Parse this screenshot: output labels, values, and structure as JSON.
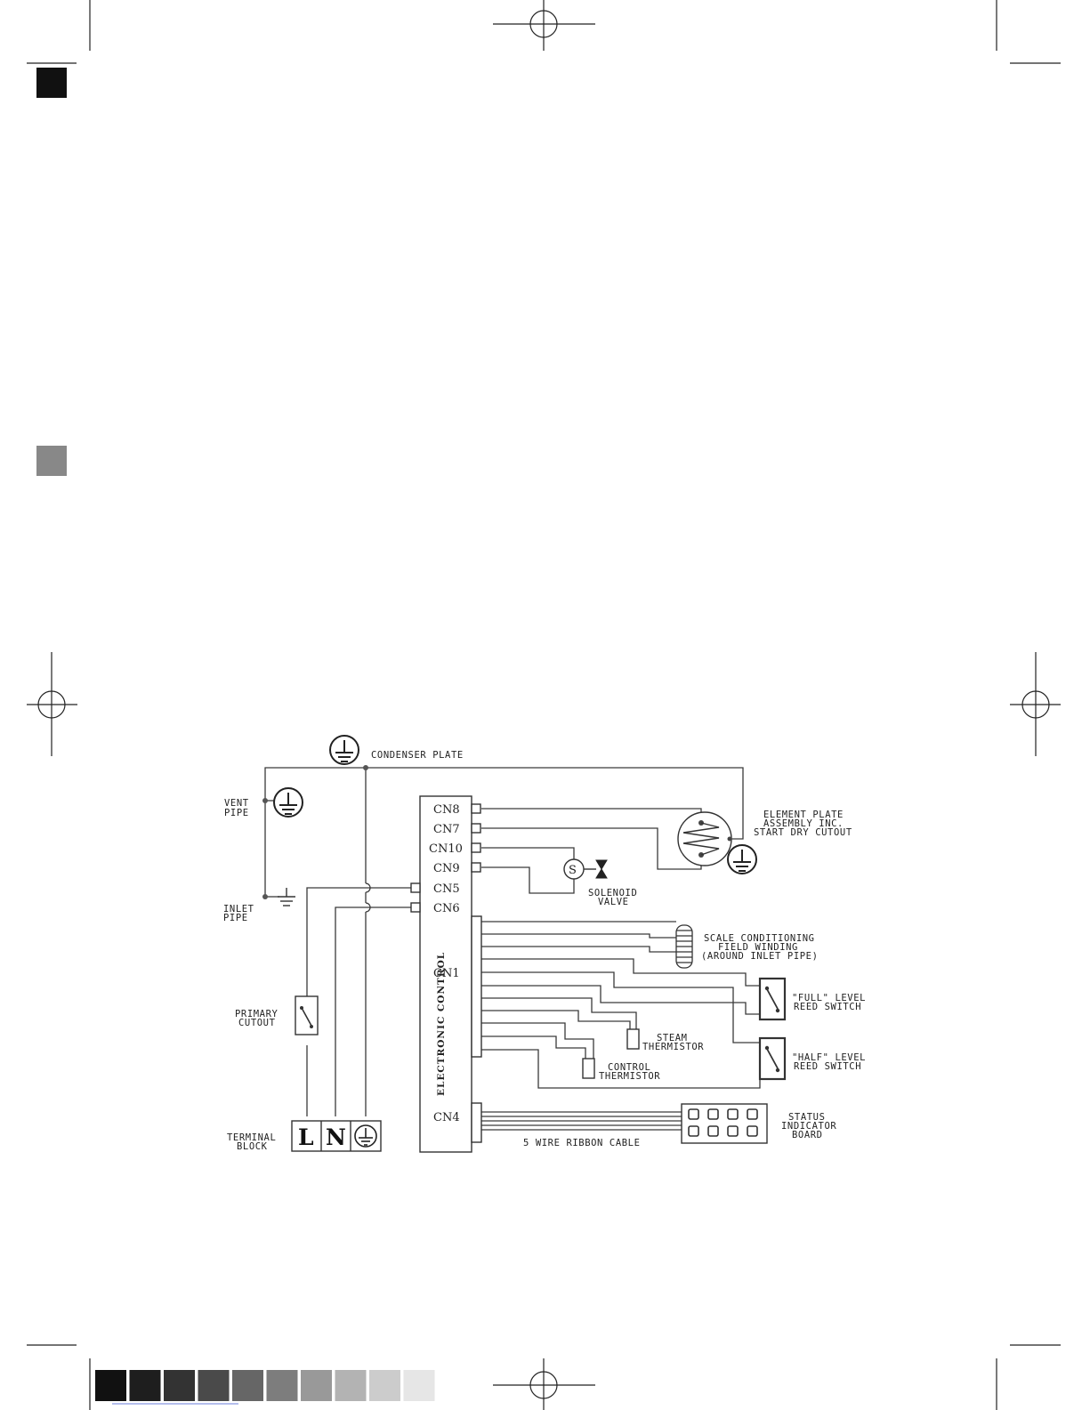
{
  "labels": {
    "condenser_plate": "CONDENSER PLATE",
    "vent_pipe_1": "VENT",
    "vent_pipe_2": "PIPE",
    "inlet_pipe_1": "INLET",
    "inlet_pipe_2": "PIPE",
    "primary_cutout_1": "PRIMARY",
    "primary_cutout_2": "CUTOUT",
    "terminal_block_1": "TERMINAL",
    "terminal_block_2": "BLOCK",
    "element_plate_1": "ELEMENT PLATE",
    "element_plate_2": "ASSEMBLY INC.",
    "element_plate_3": "START DRY CUTOUT",
    "solenoid_1": "SOLENOID",
    "solenoid_2": "VALVE",
    "scale_1": "SCALE CONDITIONING",
    "scale_2": "FIELD WINDING",
    "scale_3": "(AROUND INLET PIPE)",
    "full_1": "\"FULL\" LEVEL",
    "full_2": "REED SWITCH",
    "half_1": "\"HALF\" LEVEL",
    "half_2": "REED SWITCH",
    "steam_1": "STEAM",
    "steam_2": "THERMISTOR",
    "control_1": "CONTROL",
    "control_2": "THERMISTOR",
    "status_1": "STATUS",
    "status_2": "INDICATOR",
    "status_3": "BOARD",
    "ribbon": "5 WIRE RIBBON CABLE",
    "electronic_control": "ELECTRONIC CONTROL",
    "solenoid_symbol": "S"
  },
  "connectors": {
    "cn8": "CN8",
    "cn7": "CN7",
    "cn10": "CN10",
    "cn9": "CN9",
    "cn5": "CN5",
    "cn6": "CN6",
    "cn1": "CN1",
    "cn4": "CN4"
  },
  "terminals": {
    "live": "L",
    "neutral": "N"
  },
  "colors": {
    "wire": "#3a3a3a",
    "registration_black": "#111111"
  },
  "print_swatches": [
    "#111111",
    "#1e1e1e",
    "#333333",
    "#4a4a4a",
    "#666666",
    "#7d7d7d",
    "#999999",
    "#b3b3b3",
    "#cccccc",
    "#e6e6e6"
  ]
}
